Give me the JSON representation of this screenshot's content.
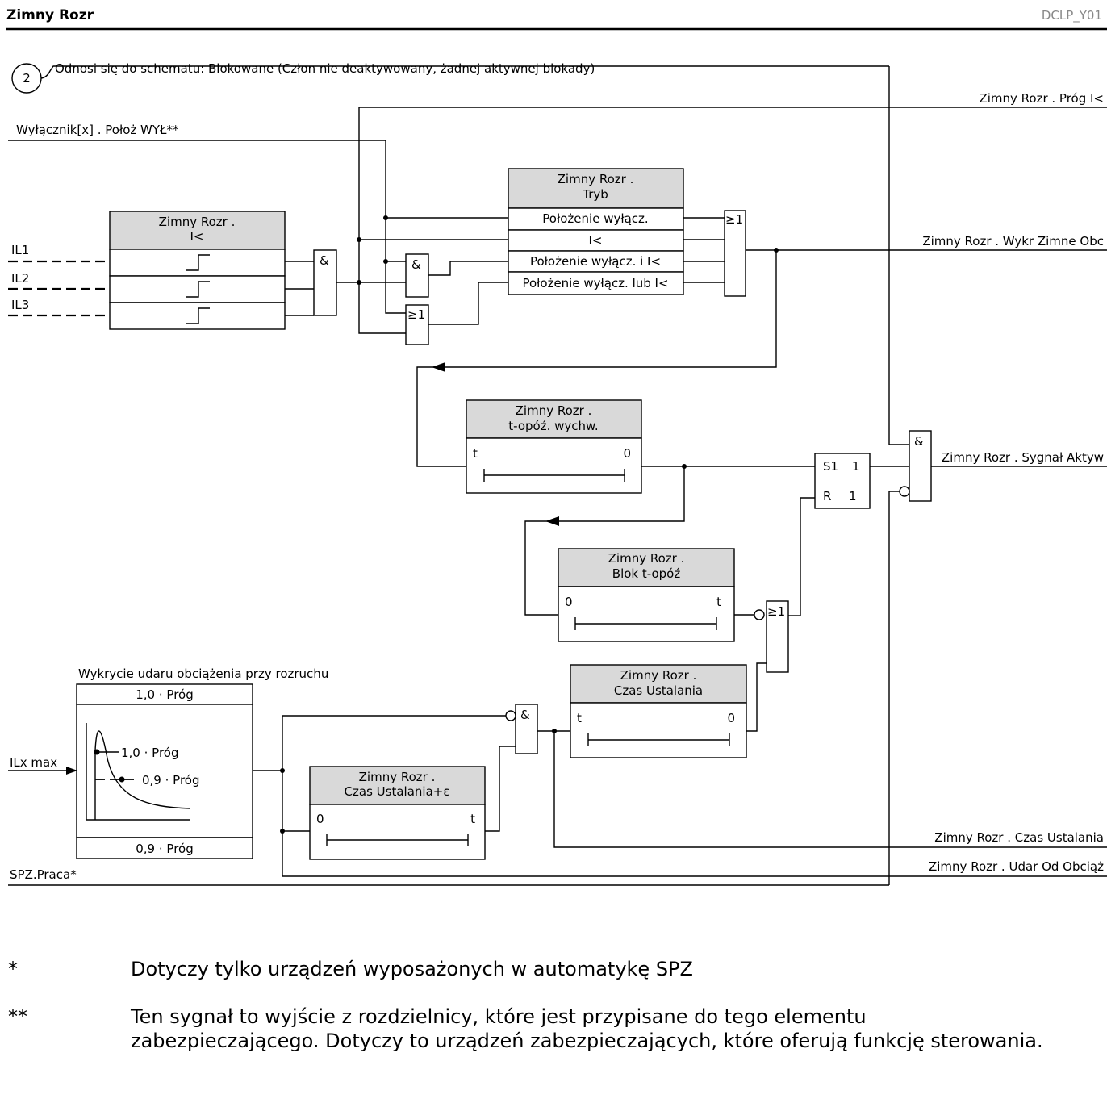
{
  "header": {
    "title": "Zimny Rozr",
    "code": "DCLP_Y01"
  },
  "ref": {
    "number": "2",
    "text": "Odnosi się do schematu: Blokowane (Człon nie deaktywowany, żadnej aktywnej blokady)"
  },
  "inputs": {
    "breaker": "Wyłącznik[x] . Położ WYŁ**",
    "il1": "IL1",
    "il2": "IL2",
    "il3": "IL3",
    "ilx": "ILx max",
    "spz": "SPZ.Praca*"
  },
  "blocks": {
    "ilow": {
      "line1": "Zimny Rozr .",
      "line2": "I<"
    },
    "mode": {
      "line1": "Zimny Rozr .",
      "line2": "Tryb",
      "options": [
        "Położenie wyłącz.",
        "I<",
        "Położenie wyłącz. i I<",
        "Położenie wyłącz. lub I<"
      ]
    },
    "t_delay": {
      "line1": "Zimny Rozr .",
      "line2": "t-opóź. wychw.",
      "left": "t",
      "right": "0"
    },
    "blok": {
      "line1": "Zimny Rozr .",
      "line2": "Blok t-opóź",
      "left": "0",
      "right": "t"
    },
    "settle": {
      "line1": "Zimny Rozr .",
      "line2": "Czas Ustalania",
      "left": "t",
      "right": "0"
    },
    "settle_eps": {
      "line1": "Zimny Rozr .",
      "line2": "Czas Ustalania+ε",
      "left": "0",
      "right": "t"
    },
    "inrush": {
      "caption": "Wykrycie udaru obciążenia przy rozruchu",
      "top": "1,0 · Próg",
      "bottom": "0,9 · Próg",
      "mark1": "1,0 · Próg",
      "mark2": "0,9 · Próg"
    },
    "rs": {
      "s": "S1",
      "s_out": "1",
      "r": "R",
      "r_out": "1"
    }
  },
  "gates": {
    "and": "&",
    "or": "≥1"
  },
  "outputs": {
    "prog": "Zimny Rozr . Próg I<",
    "wykr": "Zimny Rozr . Wykr Zimne Obc",
    "signal": "Zimny Rozr . Sygnał Aktyw",
    "czas": "Zimny Rozr . Czas Ustalania",
    "udar": "Zimny Rozr . Udar Od Obciąż"
  },
  "footnotes": [
    {
      "mark": "*",
      "text": "Dotyczy tylko urządzeń wyposażonych w automatykę SPZ"
    },
    {
      "mark": "**",
      "text": "Ten sygnał to wyjście z rozdzielnicy, które jest przypisane do tego elementu zabezpieczającego. Dotyczy to urządzeń zabezpieczających, które oferują funkcję sterowania."
    }
  ]
}
